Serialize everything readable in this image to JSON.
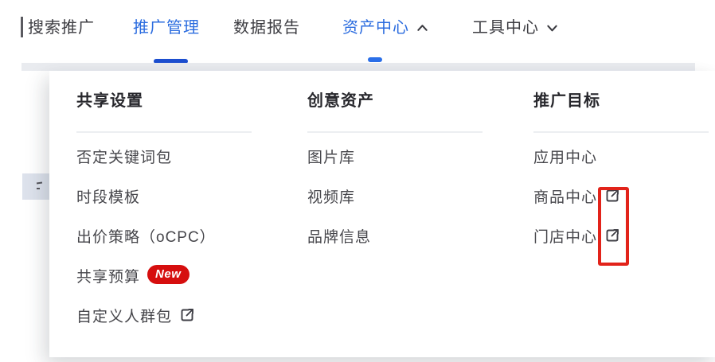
{
  "nav": {
    "items": [
      {
        "label": "搜索推广",
        "state": "default",
        "caret": null
      },
      {
        "label": "推广管理",
        "state": "active",
        "caret": null
      },
      {
        "label": "数据报告",
        "state": "default",
        "caret": null
      },
      {
        "label": "资产中心",
        "state": "open",
        "caret": "up"
      },
      {
        "label": "工具中心",
        "state": "default",
        "caret": "down"
      }
    ]
  },
  "dropdown": {
    "columns": [
      {
        "title": "共享设置",
        "items": [
          {
            "label": "否定关键词包",
            "badge": null,
            "external": false
          },
          {
            "label": "时段模板",
            "badge": null,
            "external": false
          },
          {
            "label": "出价策略（oCPC）",
            "badge": null,
            "external": false
          },
          {
            "label": "共享预算",
            "badge": "New",
            "external": false
          },
          {
            "label": "自定义人群包",
            "badge": null,
            "external": true
          }
        ]
      },
      {
        "title": "创意资产",
        "items": [
          {
            "label": "图片库",
            "badge": null,
            "external": false
          },
          {
            "label": "视频库",
            "badge": null,
            "external": false
          },
          {
            "label": "品牌信息",
            "badge": null,
            "external": false
          }
        ]
      },
      {
        "title": "推广目标",
        "items": [
          {
            "label": "应用中心",
            "badge": null,
            "external": false
          },
          {
            "label": "商品中心",
            "badge": null,
            "external": true
          },
          {
            "label": "门店中心",
            "badge": null,
            "external": true
          }
        ]
      }
    ]
  },
  "annotation": {
    "shape": "red-box",
    "around": "external-link icons of 商品中心 and 门店中心"
  },
  "colors": {
    "nav_active_blue": "#2b6cdf",
    "active_tab_underline": "#1c4ecf",
    "open_menu_dash": "#2b6fe8",
    "badge_red": "#d60e0e",
    "annotation_red": "#e2231a",
    "text_dark": "#27272c",
    "text_item": "#46464b"
  }
}
